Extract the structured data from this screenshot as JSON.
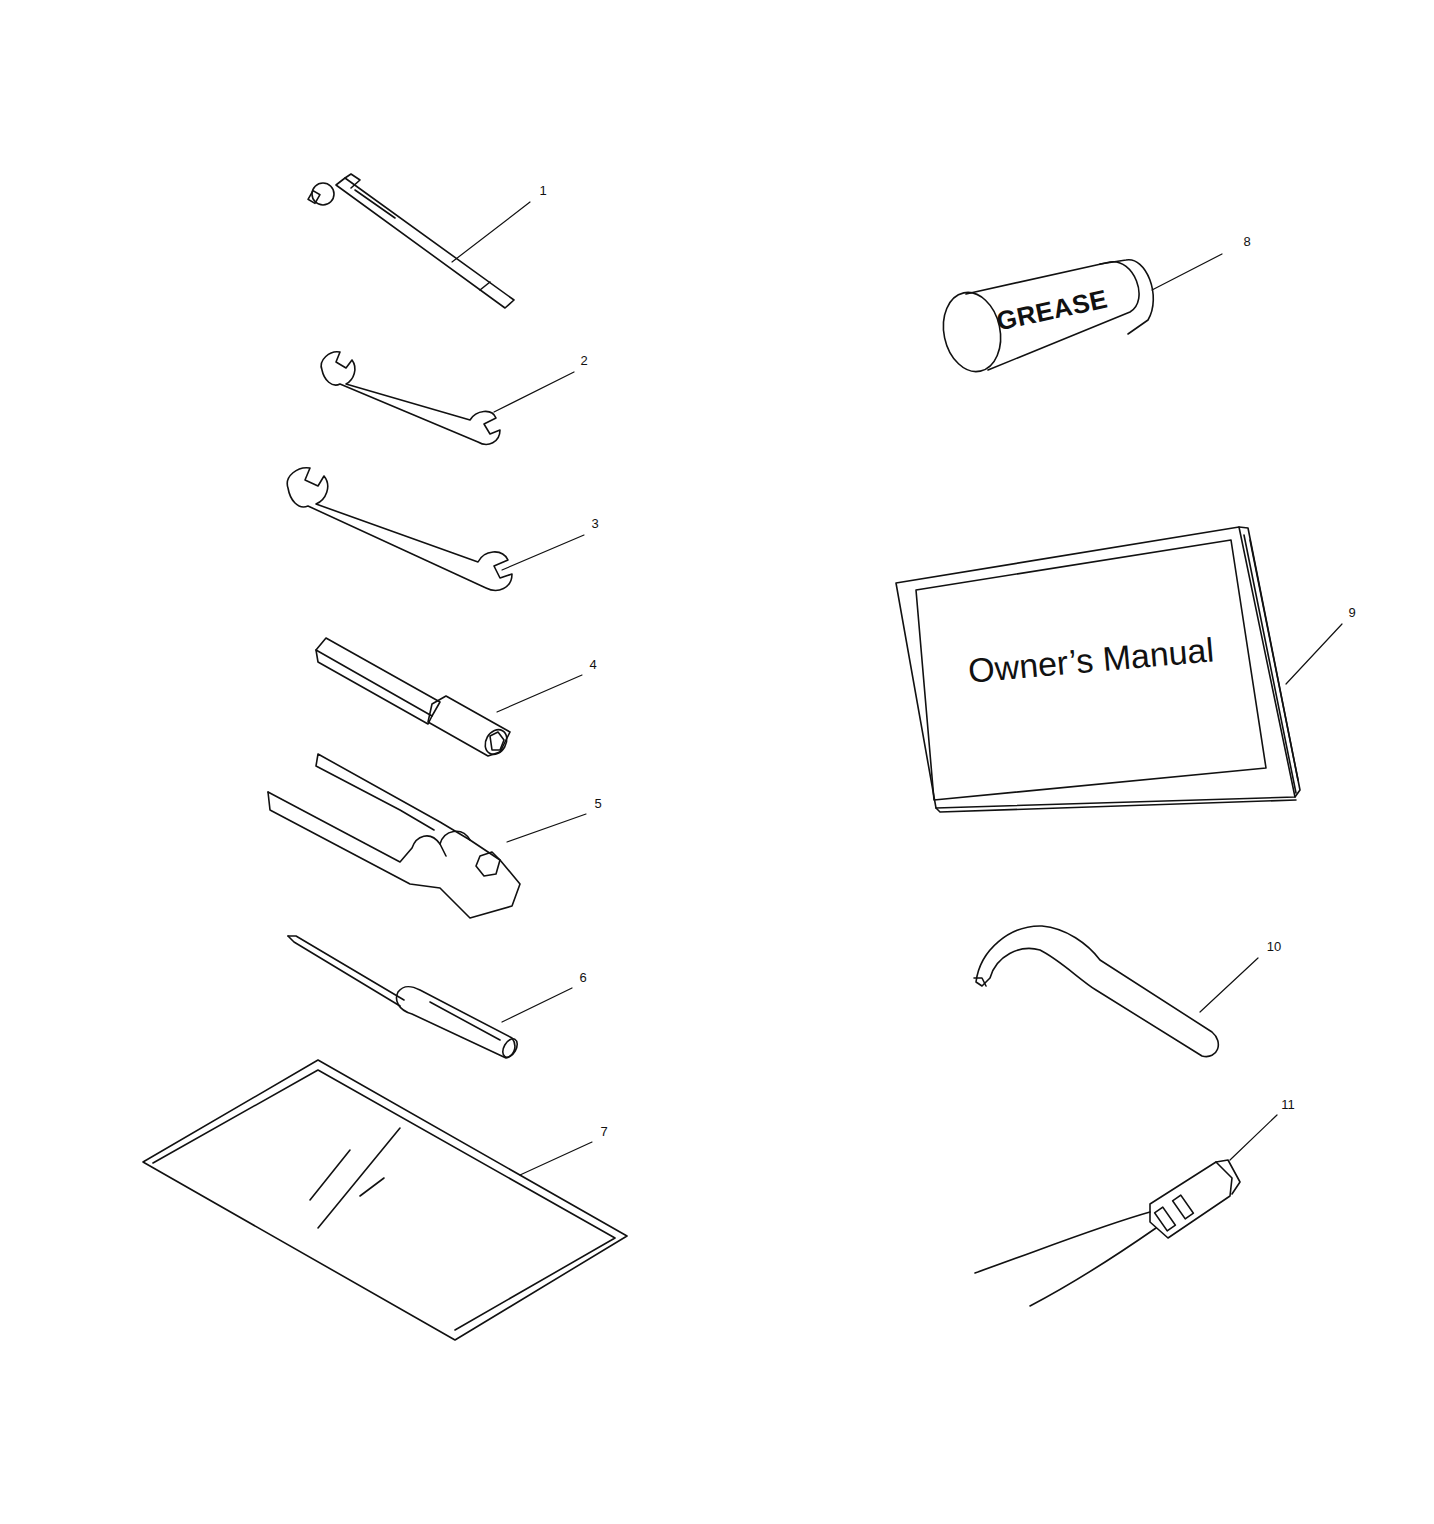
{
  "diagram": {
    "labels": [
      "1",
      "2",
      "3",
      "4",
      "5",
      "6",
      "7",
      "8",
      "9",
      "10",
      "11",
      "GREASE",
      "Owner’s Manual"
    ]
  }
}
